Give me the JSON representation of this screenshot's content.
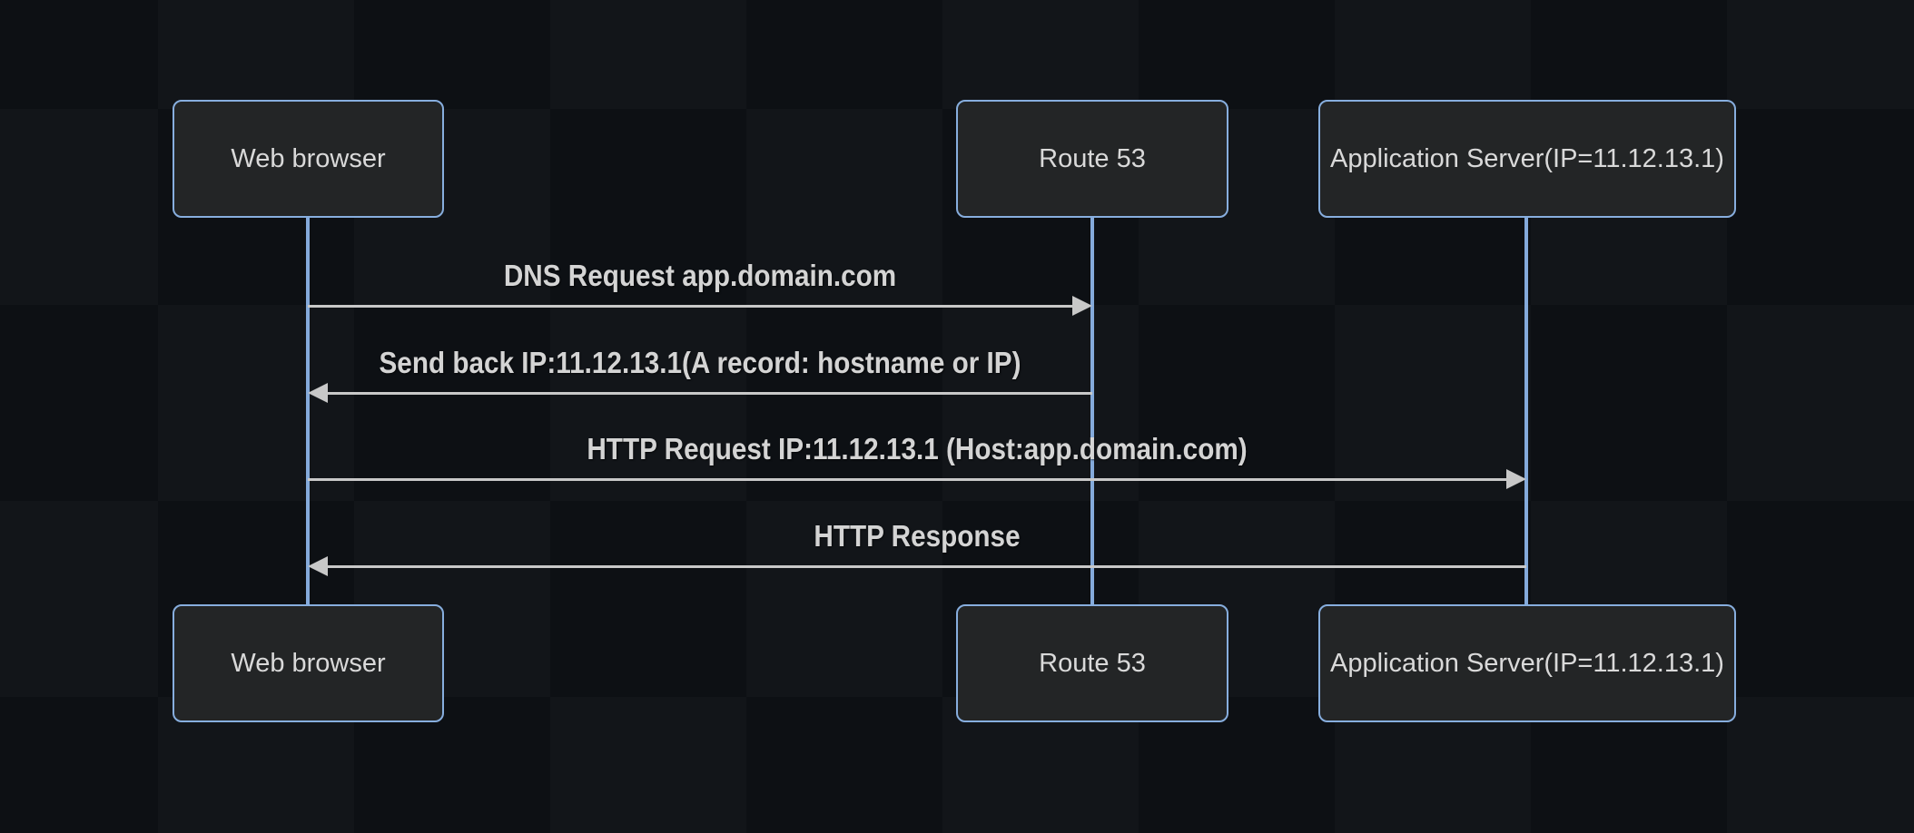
{
  "diagram": {
    "type": "sequence",
    "actors": [
      {
        "id": "web-browser",
        "label": "Web browser"
      },
      {
        "id": "route-53",
        "label": "Route 53"
      },
      {
        "id": "app-server",
        "label": "Application Server(IP=11.12.13.1)"
      }
    ],
    "messages": [
      {
        "from": "Web browser",
        "to": "Route 53",
        "direction": "right",
        "label": "DNS Request app.domain.com"
      },
      {
        "from": "Route 53",
        "to": "Web browser",
        "direction": "left",
        "label": "Send back IP:11.12.13.1(A record: hostname or IP)"
      },
      {
        "from": "Web browser",
        "to": "Application Server(IP=11.12.13.1)",
        "direction": "right",
        "label": "HTTP Request IP:11.12.13.1 (Host:app.domain.com)"
      },
      {
        "from": "Application Server(IP=11.12.13.1)",
        "to": "Web browser",
        "direction": "left",
        "label": "HTTP Response"
      }
    ],
    "colors": {
      "background": "#0d1014",
      "actor_fill": "#232526",
      "actor_border": "#87aede",
      "lifeline": "#84aadb",
      "arrow": "#c8c8c8",
      "text": "#d6d6d6"
    }
  }
}
